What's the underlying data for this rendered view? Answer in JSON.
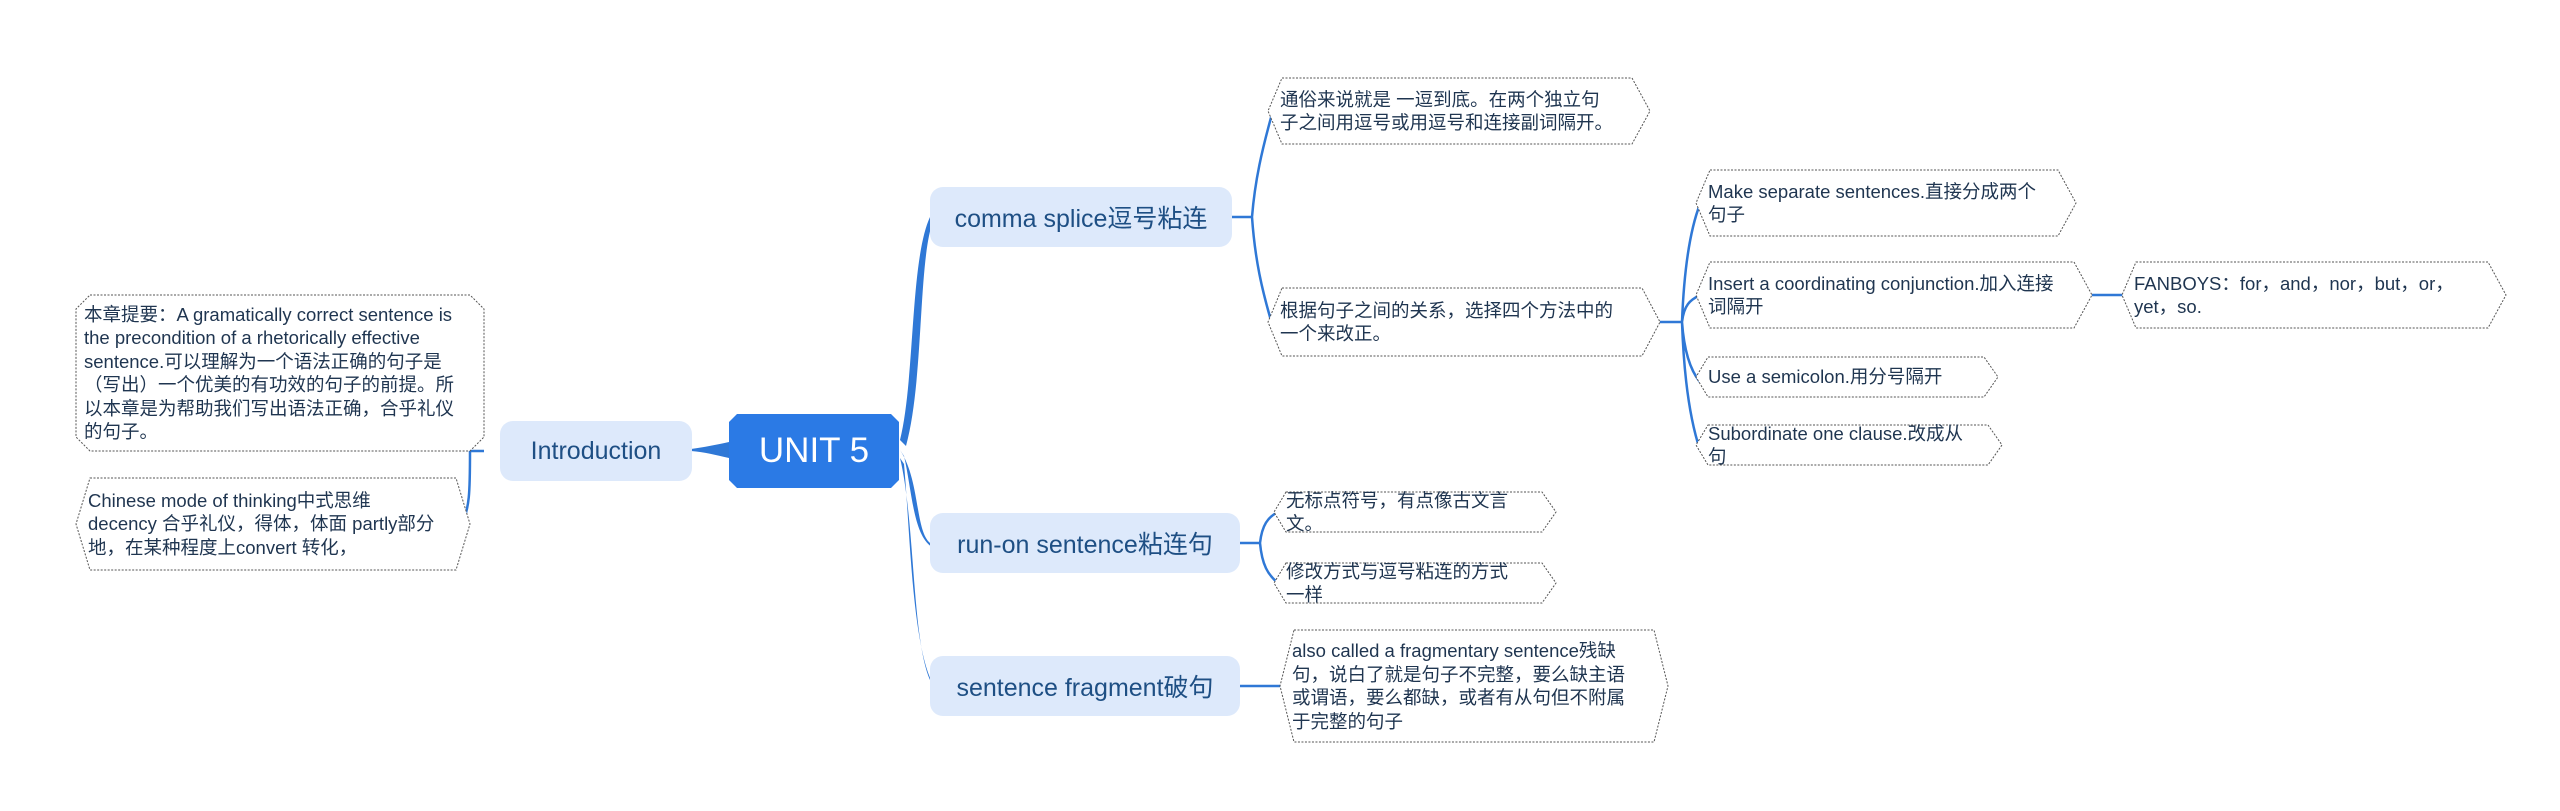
{
  "root": {
    "title": "UNIT 5"
  },
  "branches": {
    "introduction": "Introduction",
    "comma_splice": "comma splice逗号粘连",
    "run_on": "run-on sentence粘连句",
    "fragment": "sentence fragment破句"
  },
  "introduction_notes": {
    "summary": "本章提要：A gramatically correct sentence is the precondition of a rhetorically effective sentence.可以理解为一个语法正确的句子是（写出）一个优美的有功效的句子的前提。所以本章是为帮助我们写出语法正确，合乎礼仪的句子。",
    "vocab": "Chinese mode of thinking中式思维 decency 合乎礼仪，得体，体面 partly部分地，在某种程度上convert 转化，"
  },
  "comma_splice_notes": {
    "definition": "通俗来说就是 一逗到底。在两个独立句子之间用逗号或用逗号和连接副词隔开。",
    "methods_intro": "根据句子之间的关系，选择四个方法中的一个来改正。",
    "methods": [
      "Make separate sentences.直接分成两个句子",
      "Insert a coordinating conjunction.加入连接词隔开",
      "Use a semicolon.用分号隔开",
      "Subordinate one clause.改成从句"
    ],
    "fanboys": "FANBOYS：for，and，nor，but，or，yet，so."
  },
  "run_on_notes": {
    "no_punctuation": "无标点符号，有点像古文言文。",
    "fix": "修改方式与逗号粘连的方式一样"
  },
  "fragment_notes": {
    "definition": "also called a fragmentary sentence残缺句，说白了就是句子不完整，要么缺主语或谓语，要么都缺，或者有从句但不附属于完整的句子"
  },
  "colors": {
    "root": "#2b7ae5",
    "branch_fill": "#dde9fb",
    "connector": "#2f78d6",
    "leaf_border": "#555555"
  }
}
